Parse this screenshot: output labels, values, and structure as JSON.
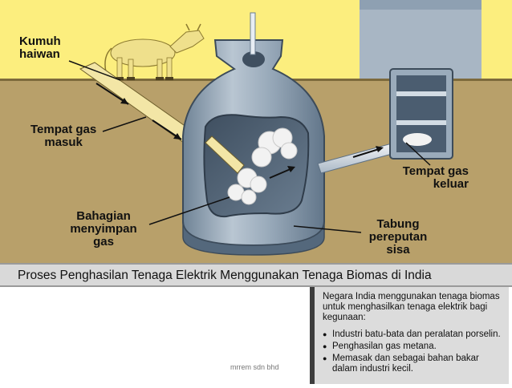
{
  "labels": {
    "animal_waste": [
      "Kumuh",
      "haiwan"
    ],
    "gas_inlet": [
      "Tempat gas",
      "masuk"
    ],
    "gas_outlet": [
      "Tempat gas",
      "keluar"
    ],
    "gas_storage": [
      "Bahagian",
      "menyimpan",
      "gas"
    ],
    "digester_tank": [
      "Tabung",
      "pereputan",
      "sisa"
    ]
  },
  "caption": "Proses Penghasilan Tenaga Elektrik Menggunakan Tenaga Biomas di India",
  "info_box": {
    "intro": "Negara India menggunakan tenaga biomas untuk menghasilkan tenaga elektrik bagi kegunaan:",
    "items": [
      "Industri batu-bata dan peralatan porselin.",
      "Penghasilan gas metana.",
      "Memasak dan sebagai bahan bakar dalam industri kecil."
    ]
  },
  "watermark": "mrrem sdn bhd",
  "colors": {
    "sky": "#fcee7e",
    "soil": "#b8a06a",
    "tank": "#8ea2b4",
    "cow": "#efe08c",
    "caption_bar": "#d9d9d9",
    "info_panel": "#dcdcdc"
  }
}
